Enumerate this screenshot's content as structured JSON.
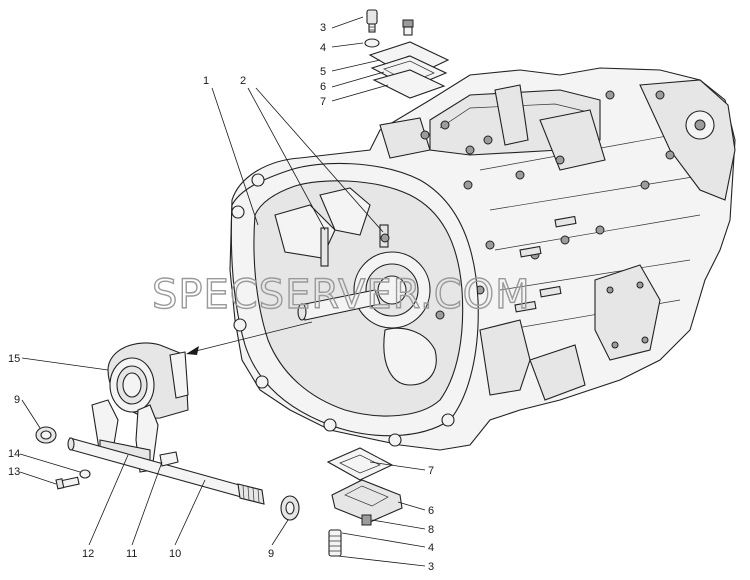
{
  "watermark": "SPECSERVER.COM",
  "callouts": [
    {
      "id": "c1",
      "text": "1"
    },
    {
      "id": "c2",
      "text": "2"
    },
    {
      "id": "c3a",
      "text": "3"
    },
    {
      "id": "c4a",
      "text": "4"
    },
    {
      "id": "c5",
      "text": "5"
    },
    {
      "id": "c6a",
      "text": "6"
    },
    {
      "id": "c7a",
      "text": "7"
    },
    {
      "id": "c15",
      "text": "15"
    },
    {
      "id": "c9a",
      "text": "9"
    },
    {
      "id": "c14",
      "text": "14"
    },
    {
      "id": "c13",
      "text": "13"
    },
    {
      "id": "c12",
      "text": "12"
    },
    {
      "id": "c11",
      "text": "11"
    },
    {
      "id": "c10",
      "text": "10"
    },
    {
      "id": "c9b",
      "text": "9"
    },
    {
      "id": "c7b",
      "text": "7"
    },
    {
      "id": "c6b",
      "text": "6"
    },
    {
      "id": "c8",
      "text": "8"
    },
    {
      "id": "c4b",
      "text": "4"
    },
    {
      "id": "c3b",
      "text": "3"
    }
  ]
}
